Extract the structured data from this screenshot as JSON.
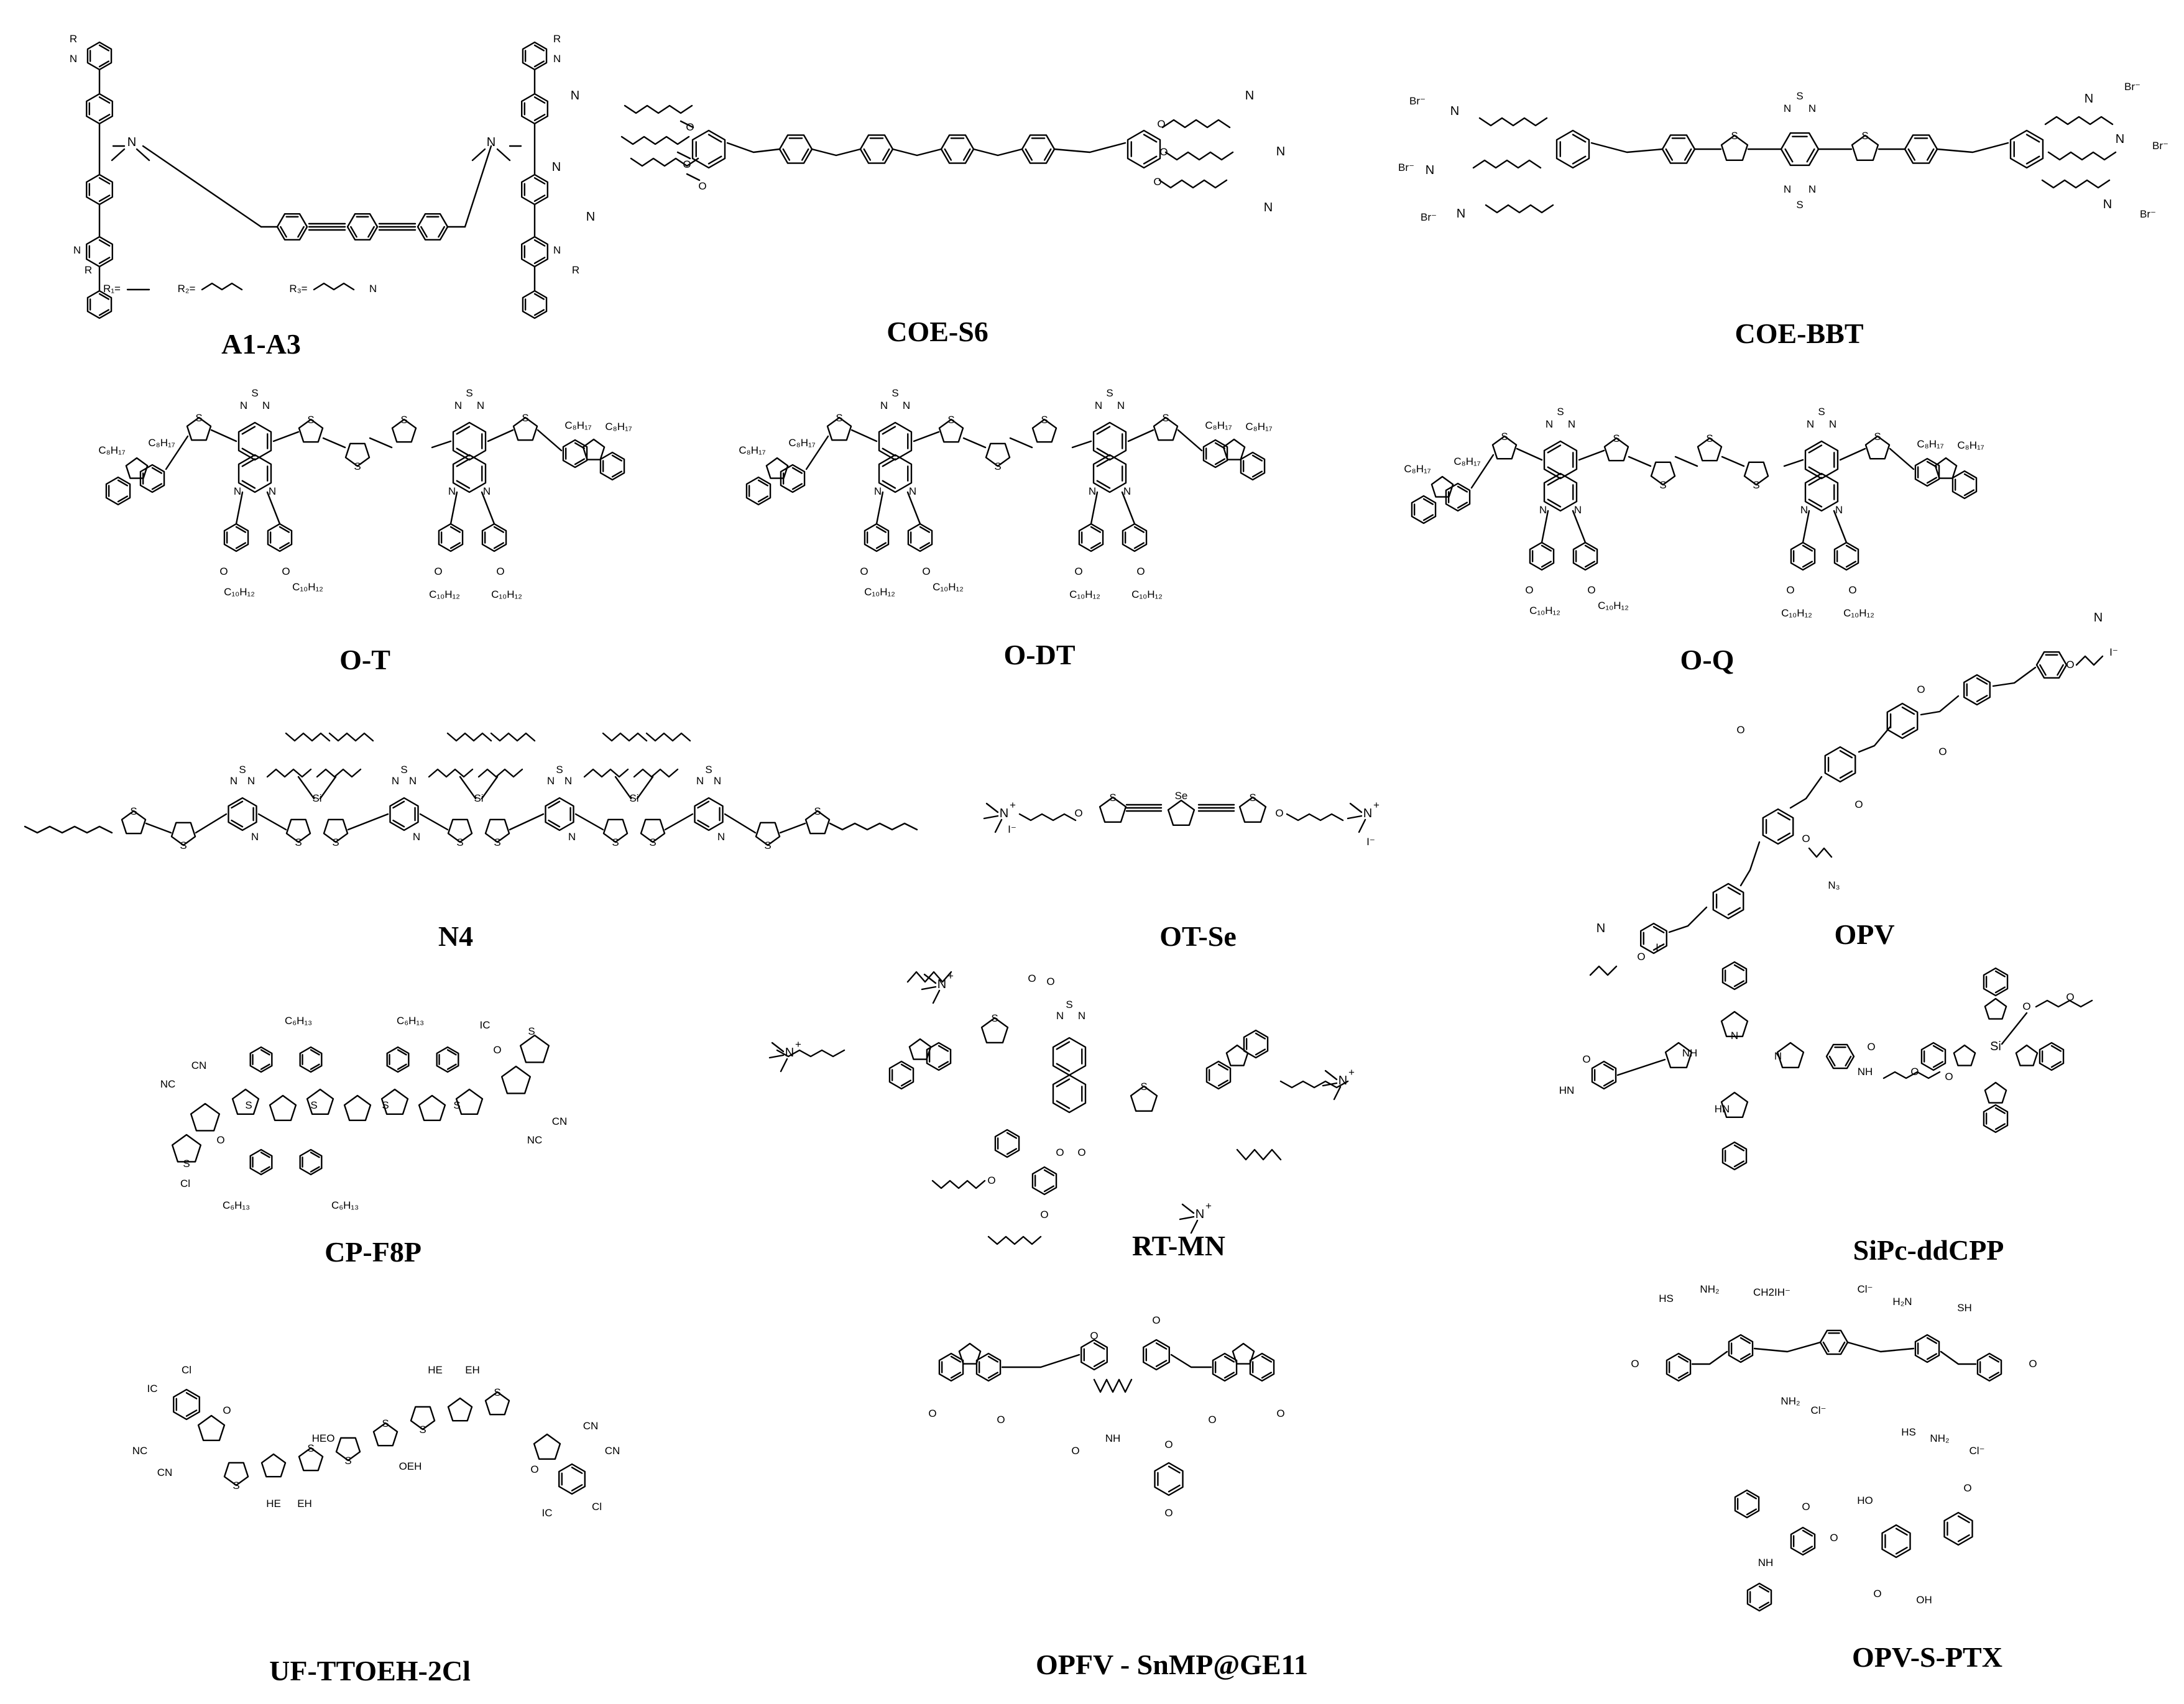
{
  "captions": {
    "a1a3": "A1-A3",
    "coes6": "COE-S6",
    "coebbt": "COE-BBT",
    "ot": "O-T",
    "odt": "O-DT",
    "oq": "O-Q",
    "n4": "N4",
    "otse": "OT-Se",
    "opv": "OPV",
    "cpf8p": "CP-F8P",
    "rtmn": "RT-MN",
    "sipc": "SiPc-ddCPP",
    "uf": "UF-TTOEH-2Cl",
    "opfv": "OPFV - SnMP@GE11",
    "opvs": "OPV-S-PTX"
  },
  "labels": {
    "r": "R",
    "n_plus": "N",
    "plus": "+",
    "r1": "R₁=",
    "r2": "R₂=",
    "r3": "R₃=",
    "n": "N",
    "o": "O",
    "s": "S",
    "se": "Se",
    "si": "Si",
    "br": "Br⁻",
    "i_minus": "I⁻",
    "cl_minus": "Cl⁻",
    "c8h17": "C₈H₁₇",
    "c10h12": "C₁₀H₁₂",
    "c6h13": "C₆H₁₃",
    "cn": "CN",
    "nc": "NC",
    "ic": "IC",
    "cl": "Cl",
    "he": "HE",
    "eh": "EH",
    "heo": "HEO",
    "oeh": "OEH",
    "nh": "NH",
    "hn": "HN",
    "sh": "SH",
    "hs": "HS",
    "nh2": "NH₂",
    "h2n": "H₂N",
    "ho": "HO",
    "oh": "OH",
    "n3": "N₃",
    "ch2ih": "CH2IH⁻"
  }
}
